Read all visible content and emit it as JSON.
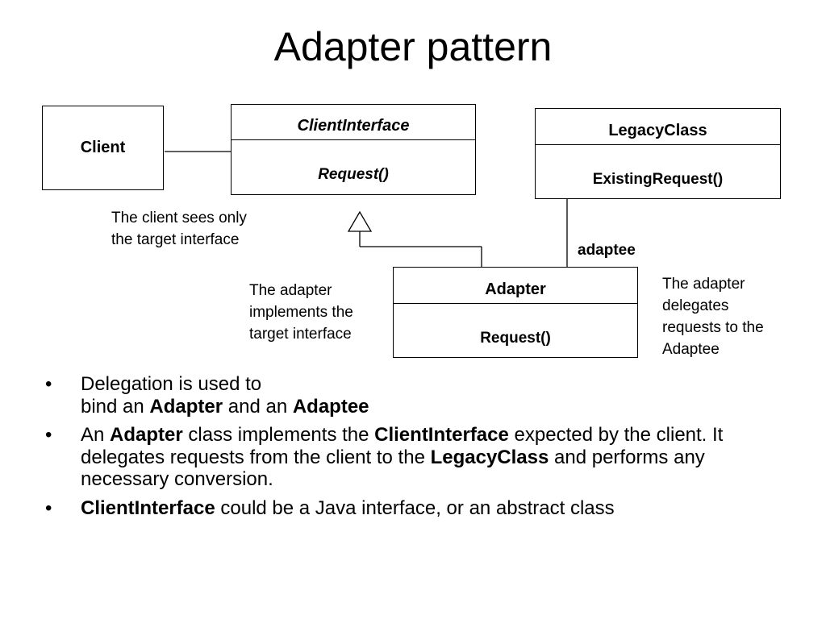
{
  "title": "Adapter pattern",
  "diagram": {
    "client": {
      "name": "Client"
    },
    "client_interface": {
      "name": "ClientInterface",
      "operation": "Request()"
    },
    "legacy_class": {
      "name": "LegacyClass",
      "operation": "ExistingRequest()"
    },
    "adapter": {
      "name": "Adapter",
      "operation": "Request()"
    },
    "association_label": "adaptee",
    "notes": {
      "client_note": [
        "The client sees only",
        "the target interface"
      ],
      "adapter_note": [
        "The adapter",
        "implements the",
        "target interface"
      ],
      "delegates_note": [
        "The adapter",
        "delegates",
        "requests to the",
        "Adaptee"
      ]
    }
  },
  "bullets": [
    {
      "parts": [
        "Delegation is used to",
        "bind an ",
        "Adapter",
        " and an ",
        "Adaptee"
      ]
    },
    {
      "parts": [
        "An ",
        "Adapter",
        " class implements the ",
        "ClientInterface",
        " expected by the client.  It delegates requests from the client to the ",
        "LegacyClass",
        " and performs any necessary conversion."
      ]
    },
    {
      "parts": [
        "ClientInterface",
        " could be a Java interface, or an abstract class"
      ]
    }
  ],
  "bullet_symbol": "•"
}
